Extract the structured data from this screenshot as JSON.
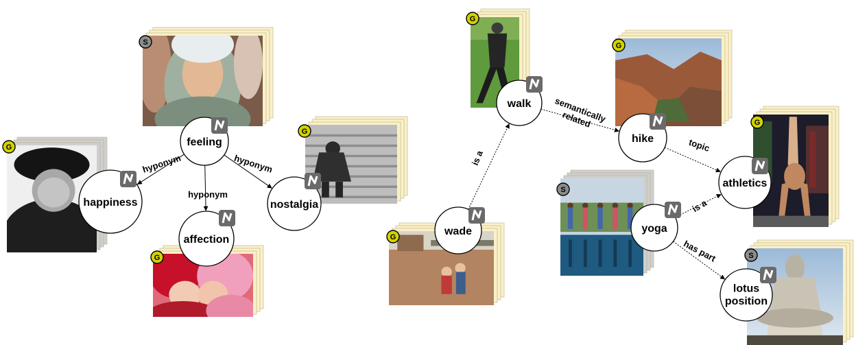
{
  "colors": {
    "badge_g": "#d2d200",
    "badge_s": "#8c8c8c",
    "stack_cream": "#fbf0c6",
    "stack_gray": "#cfcfcf",
    "node_icon": "#6a6a6a"
  },
  "nodes": [
    {
      "id": "feeling",
      "label": "feeling"
    },
    {
      "id": "happiness",
      "label": "happiness"
    },
    {
      "id": "affection",
      "label": "affection"
    },
    {
      "id": "nostalgia",
      "label": "nostalgia"
    },
    {
      "id": "walk",
      "label": "walk"
    },
    {
      "id": "wade",
      "label": "wade"
    },
    {
      "id": "hike",
      "label": "hike"
    },
    {
      "id": "athletics",
      "label": "athletics"
    },
    {
      "id": "yoga",
      "label": "yoga"
    },
    {
      "id": "lotus",
      "label": "lotus position"
    }
  ],
  "edges": [
    {
      "from": "feeling",
      "to": "happiness",
      "label": "hyponym"
    },
    {
      "from": "feeling",
      "to": "affection",
      "label": "hyponym"
    },
    {
      "from": "feeling",
      "to": "nostalgia",
      "label": "hyponym"
    },
    {
      "from": "wade",
      "to": "walk",
      "label": "is a"
    },
    {
      "from": "walk",
      "to": "hike",
      "label": "semantically related"
    },
    {
      "from": "hike",
      "to": "athletics",
      "label": "topic"
    },
    {
      "from": "yoga",
      "to": "athletics",
      "label": "is a"
    },
    {
      "from": "yoga",
      "to": "lotus",
      "label": "has part"
    }
  ],
  "images": [
    {
      "id": "img-feeling",
      "badge": "S",
      "subject": "smiling girl in headscarf"
    },
    {
      "id": "img-happiness",
      "badge": "G",
      "subject": "smiling elderly woman"
    },
    {
      "id": "img-affection",
      "badge": "G",
      "subject": "child kissing baby"
    },
    {
      "id": "img-nostalgia",
      "badge": "G",
      "subject": "man sitting on steps"
    },
    {
      "id": "img-walk",
      "badge": "G",
      "subject": "man walking on grass"
    },
    {
      "id": "img-wade",
      "badge": "G",
      "subject": "people wading in flood water"
    },
    {
      "id": "img-hike",
      "badge": "G",
      "subject": "canyon trail"
    },
    {
      "id": "img-athletics",
      "badge": "G",
      "subject": "gymnast handstand"
    },
    {
      "id": "img-yoga",
      "badge": "S",
      "subject": "group doing yoga by pool"
    },
    {
      "id": "img-lotus",
      "badge": "S",
      "subject": "statue in lotus position"
    }
  ]
}
